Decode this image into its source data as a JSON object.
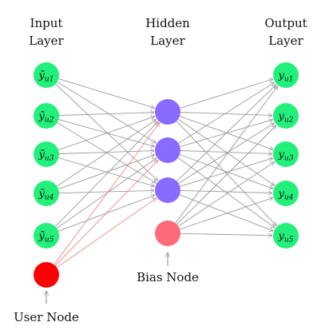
{
  "headers": {
    "input": [
      "Input",
      "Layer"
    ],
    "hidden": [
      "Hidden",
      "Layer"
    ],
    "output": [
      "Output",
      "Layer"
    ]
  },
  "input_nodes": [
    {
      "base": "ỹ",
      "sub": "u1"
    },
    {
      "base": "ỹ",
      "sub": "u2"
    },
    {
      "base": "ỹ",
      "sub": "u3"
    },
    {
      "base": "ỹ",
      "sub": "u4"
    },
    {
      "base": "ỹ",
      "sub": "u5"
    }
  ],
  "output_nodes": [
    {
      "base": "y",
      "sub": "u1"
    },
    {
      "base": "y",
      "sub": "u2"
    },
    {
      "base": "y",
      "sub": "u3"
    },
    {
      "base": "y",
      "sub": "u4"
    },
    {
      "base": "y",
      "sub": "u5"
    }
  ],
  "hidden_count": 3,
  "labels": {
    "user_node": "User Node",
    "bias_node": "Bias Node"
  },
  "colors": {
    "input": "#22f07a",
    "hidden": "#8a6bff",
    "output": "#22f07a",
    "bias": "#ff6a7a",
    "user": "#ff0000",
    "edge": "#9a9a9a",
    "user_edge": "#f08a8a"
  }
}
